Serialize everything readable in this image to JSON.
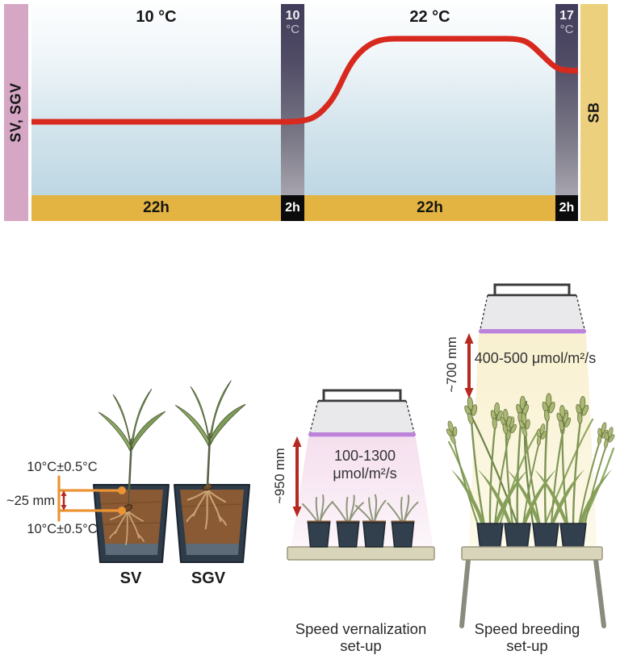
{
  "timeline": {
    "left_axis_label": "SV, SGV",
    "right_axis_label": "SB",
    "phase1_temp": "10 °C",
    "phase2_temp": "22 °C",
    "band1_value": "10",
    "band1_unit": "°C",
    "band2_value": "17",
    "band2_unit": "°C",
    "duration1": "22h",
    "duration2": "2h",
    "duration3": "22h",
    "duration4": "2h"
  },
  "pots": {
    "temp_top": "10°C±0.5°C",
    "depth": "~25 mm",
    "temp_bottom": "10°C±0.5°C",
    "sv_label": "SV",
    "sgv_label": "SGV"
  },
  "vernalization": {
    "height": "~950 mm",
    "light_line1": "100-1300",
    "light_line2": "μmol/m²/s",
    "caption_line1": "Speed vernalization",
    "caption_line2": "set-up"
  },
  "breeding": {
    "height": "~700 mm",
    "light": "400-500 μmol/m²/s",
    "caption_line1": "Speed breeding",
    "caption_line2": "set-up"
  },
  "colors": {
    "red_curve": "#d8291e",
    "gold_bar": "#e3b441",
    "pink_bar": "#d6a7c4",
    "sb_bar": "#ecd07d",
    "band_purple_top": "#413c59",
    "orange_callout": "#ec9434",
    "measure_arrow_red": "#b5291f",
    "lamp_strip_purple": "#bd82da",
    "vern_cone_pink": "#f5dfee",
    "breed_cone_yellow": "#f8f0cf"
  }
}
